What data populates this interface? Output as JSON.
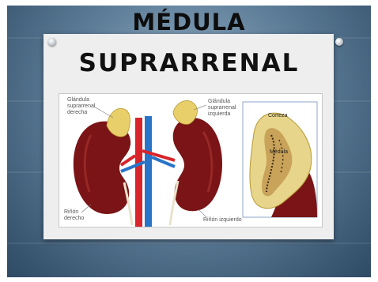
{
  "slide": {
    "title_line1": "MÉDULA",
    "title_line2": "SUPRARRENAL"
  },
  "figure": {
    "labels": {
      "right_gland": "Glándula suprarrenal derecha",
      "left_gland": "Glándula suprarrenal izquierda",
      "right_kidney": "Riñón derecho",
      "left_kidney": "Riñón izquierdo",
      "cortex": "Corteza",
      "medulla": "Médula"
    }
  },
  "colors": {
    "background": "#5f7f9a",
    "card": "#eeeeee",
    "kidney": "#7a1416",
    "gland": "#e8cf6a",
    "artery": "#d8242a",
    "vein": "#2a74c8"
  }
}
